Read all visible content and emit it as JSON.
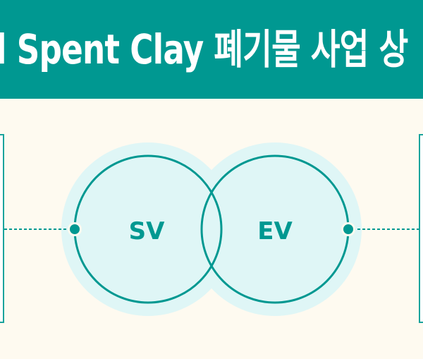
{
  "header": {
    "title": "l Spent Clay 폐기물 사업 상"
  },
  "diagram": {
    "left_circle_label": "SV",
    "right_circle_label": "EV"
  },
  "colors": {
    "accent": "#009891",
    "halo": "#dff6f6",
    "background": "#fefaf0"
  }
}
